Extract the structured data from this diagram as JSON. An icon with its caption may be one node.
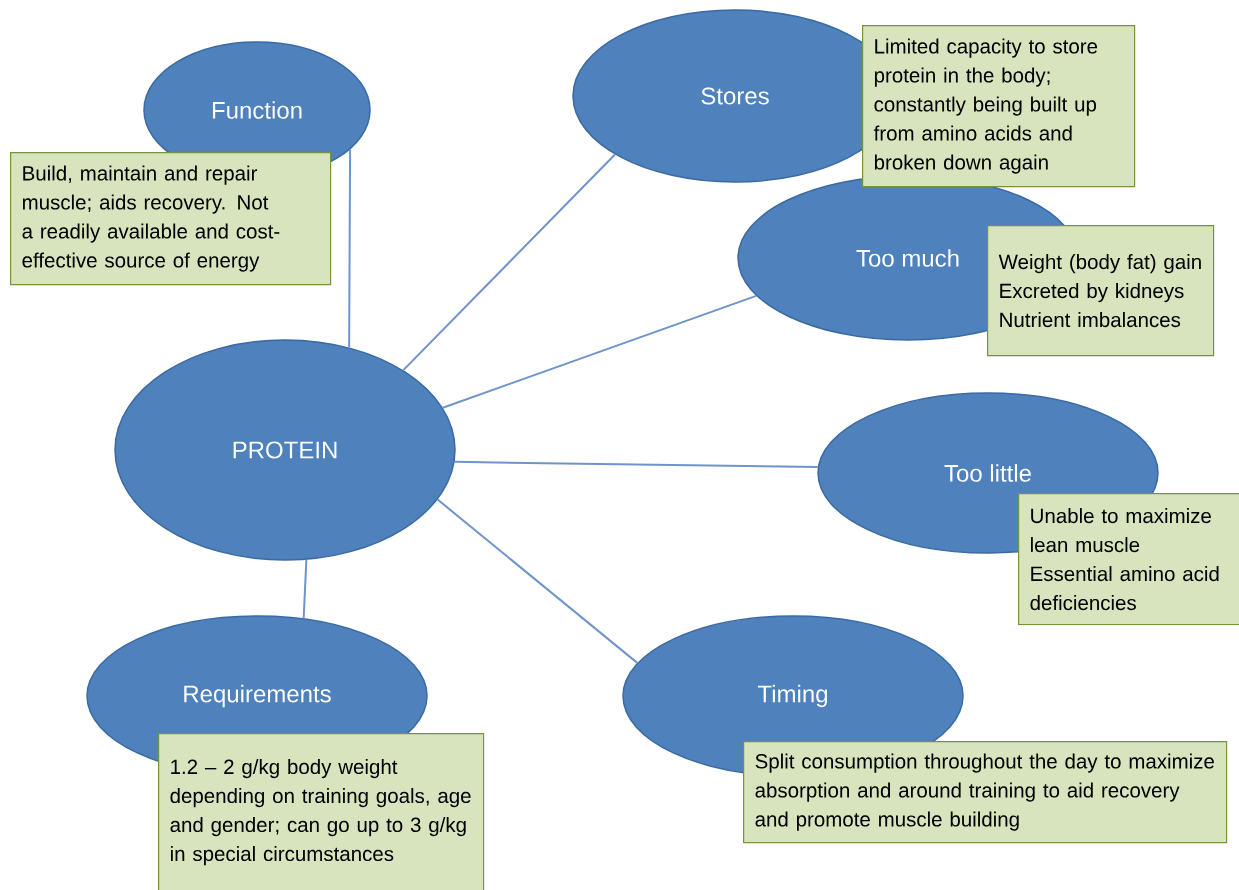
{
  "diagram": {
    "nodes": [
      {
        "text": [
          "Function"
        ]
      },
      {
        "text": [
          "Build, maintain and repair muscle; aids recovery. Not a readily available and cost-effective source of energy"
        ]
      },
      {
        "text": [
          "Stores"
        ]
      },
      {
        "text": [
          "Limited capacity to store protein in the body; constantly being built up from amino acids and broken down again"
        ]
      },
      {
        "text": [
          "Too much"
        ]
      },
      {
        "text": [
          "Weight (body fat) gain",
          "Excreted by kidneys",
          "Nutrient imbalances"
        ]
      },
      {
        "text": [
          "PROTEIN"
        ]
      },
      {
        "text": [
          "Too little"
        ]
      },
      {
        "text": [
          "Unable to maximize lean muscle",
          "Essential amino acid deficiencies"
        ]
      },
      {
        "text": [
          "Requirements"
        ]
      },
      {
        "text": [
          "1.2 – 2 g/kg body weight depending on training goals, age and gender; can go up to 3 g/kg in special circumstances"
        ]
      },
      {
        "text": [
          "Timing"
        ]
      },
      {
        "text": [
          "Split consumption throughout the day to maximize absorption and around training to aid recovery and promote muscle building"
        ]
      }
    ],
    "edges": [
      {
        "from": 6,
        "to": 0,
        "arrow": "none"
      },
      {
        "from": 6,
        "to": 2,
        "arrow": "none"
      },
      {
        "from": 6,
        "to": 4,
        "arrow": "none"
      },
      {
        "from": 6,
        "to": 7,
        "arrow": "none"
      },
      {
        "from": 6,
        "to": 11,
        "arrow": "none"
      },
      {
        "from": 6,
        "to": 9,
        "arrow": "none"
      }
    ]
  }
}
